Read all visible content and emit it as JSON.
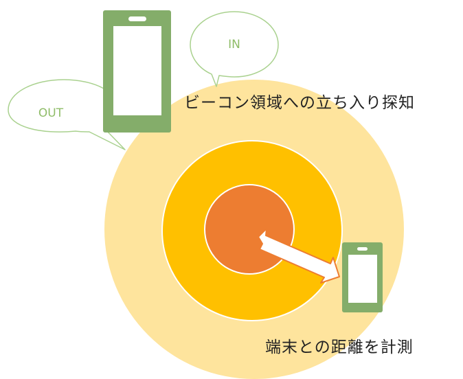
{
  "bubbles": {
    "in_label": "IN",
    "out_label": "OUT"
  },
  "captions": {
    "detection": "ビーコン領域への立ち入り探知",
    "distance": "端末との距離を計測"
  },
  "colors": {
    "outer_zone": "#fee49d",
    "middle_zone": "#ffc000",
    "inner_zone": "#ed7d31",
    "phone_body": "#84ad6a",
    "phone_screen": "#ffffff",
    "bubble_stroke": "#a9d18e",
    "bubble_text": "#8fbc68",
    "arrow_fill": "#ffffff",
    "arrow_stroke": "#ed7d31"
  },
  "icons": {
    "large_phone": "smartphone-icon",
    "small_phone": "smartphone-icon",
    "arrow": "double-headed-arrow-icon"
  }
}
